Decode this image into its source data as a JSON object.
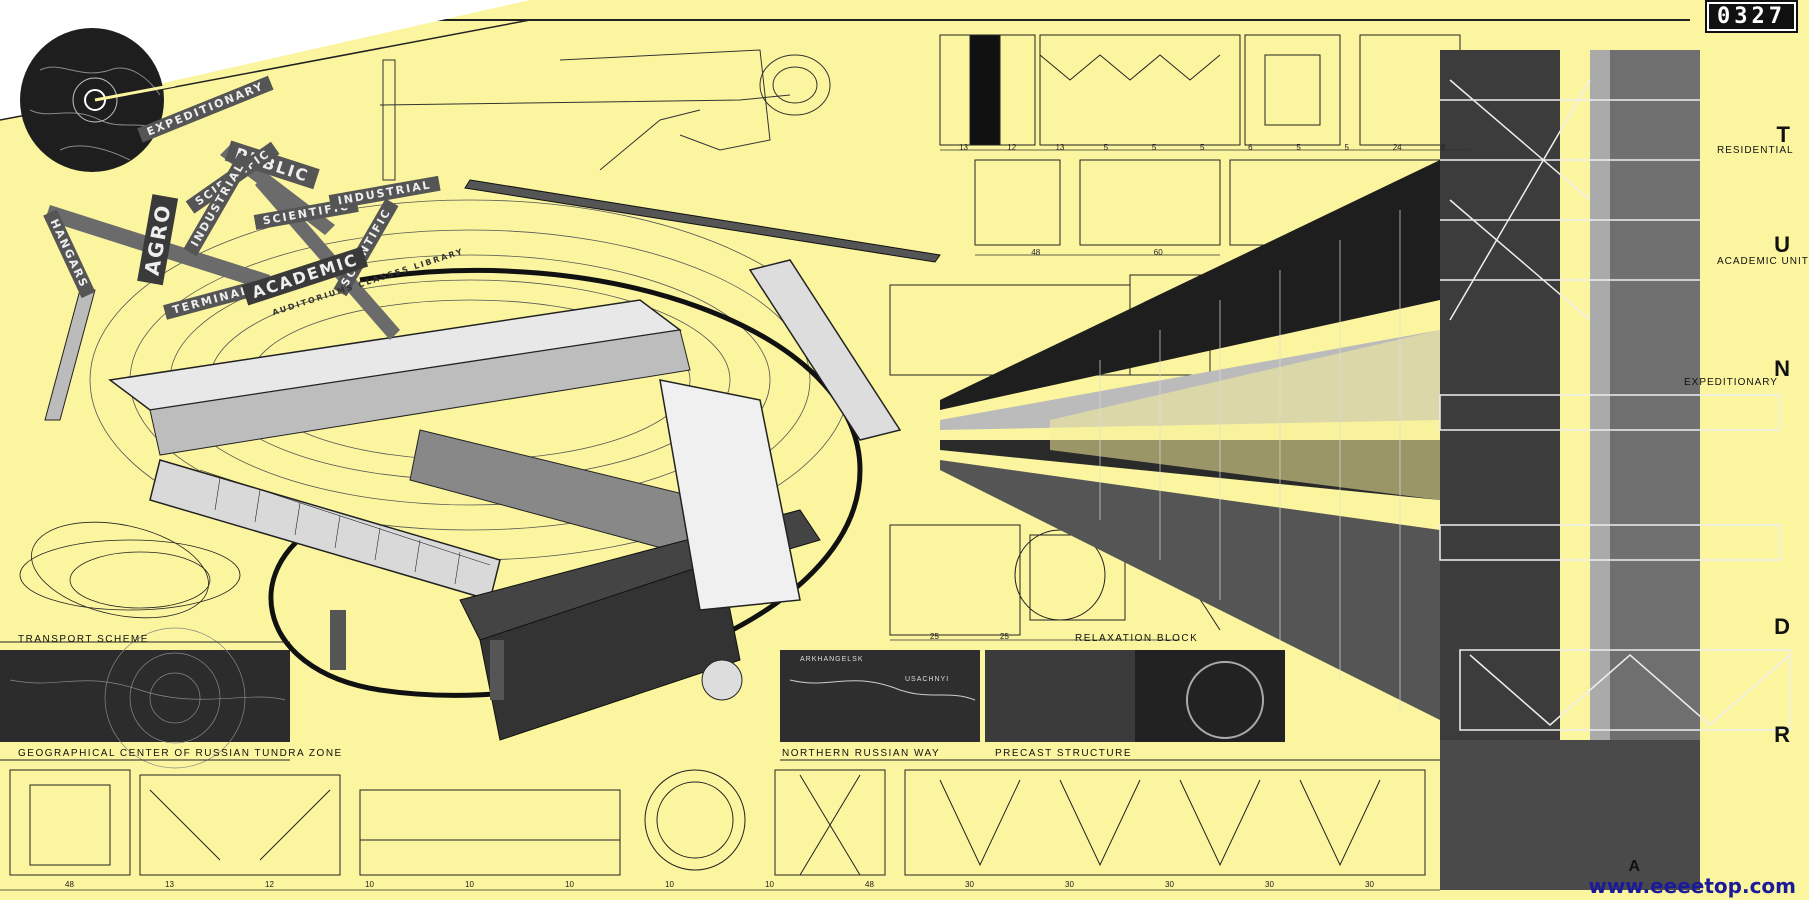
{
  "sheet_number": "0327",
  "watermark": "www.eeeetop.com",
  "title_letters": [
    "T",
    "U",
    "N",
    "D",
    "R",
    "A"
  ],
  "tower_labels": {
    "residential": "RESIDENTIAL",
    "academic": "ACADEMIC UNIT",
    "expeditionary": "EXPEDITIONARY"
  },
  "captions": {
    "transport": "Transport scheme",
    "geo_center": "geographical center of russian tundra zone",
    "northern_way": "northern Russian way",
    "precast": "precast structure",
    "relaxation": "relaxation block"
  },
  "map_labels": {
    "arkhangelsk": "ARKHANGELSK",
    "usachnyi": "USACHNYI"
  },
  "function_tags": {
    "public": "PUBLIC",
    "expeditionary": "EXPEDITIONARY",
    "agro": "AGRO",
    "scientific_1": "SCIENTIFIC",
    "scientific_2": "SCIENTIFIC",
    "scientific_3": "SCIENTIFIC",
    "industrial_1": "INDUSTRIAL",
    "industrial_2": "INDUSTRIAL",
    "hangars": "HANGARS",
    "terminal": "TERMINAL",
    "academic": "ACADEMIC",
    "academic_sub": "AUDITORIUMS CLASSES LIBRARY"
  },
  "dimensions": {
    "top_strip": [
      "13",
      "12",
      "13",
      "5",
      "5",
      "5",
      "6",
      "5",
      "5",
      "24",
      "6"
    ],
    "mid_strip": [
      "48",
      "60"
    ],
    "relax_strip": [
      "25",
      "25"
    ],
    "bottom_strip": [
      "48",
      "13",
      "12",
      "10",
      "10",
      "10",
      "10",
      "10",
      "48",
      "30",
      "30",
      "30",
      "30",
      "30"
    ]
  },
  "palette": {
    "paper": "#fbf59f",
    "ink": "#111111",
    "steel": "#7a7a7a",
    "map_dark": "#2a2a2a"
  }
}
